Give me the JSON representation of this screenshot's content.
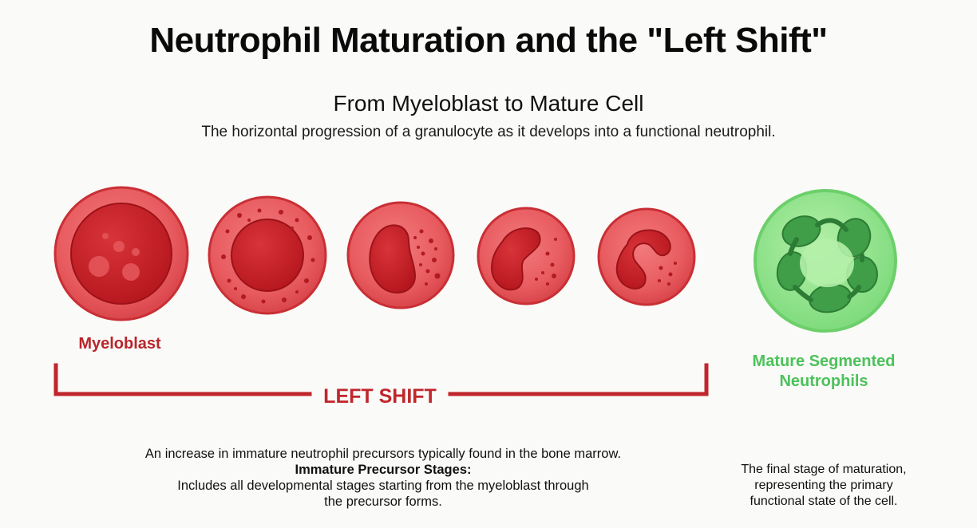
{
  "title": "Neutrophil Maturation and the \"Left Shift\"",
  "subtitle": "From Myeloblast to Mature Cell",
  "description": "The horizontal progression of a granulocyte as it develops into a functional neutrophil.",
  "labels": {
    "myeloblast": "Myeloblast",
    "left_shift": "LEFT SHIFT",
    "mature_line1": "Mature Segmented",
    "mature_line2": "Neutrophils"
  },
  "left_shift_note": {
    "line1": "An increase in immature neutrophil precursors typically found in the bone marrow.",
    "heading": "Immature Precursor Stages:",
    "line2": "Includes all developmental stages starting from the myeloblast through",
    "line3": "the precursor forms."
  },
  "mature_note": {
    "line1": "The final stage of maturation,",
    "line2": "representing the primary",
    "line3": "functional state of the cell."
  },
  "colors": {
    "immature_cell": "#e9575c",
    "immature_nucleus": "#c81d24",
    "mature_cell": "#8fe68c",
    "mature_nucleus": "#3f9e47",
    "left_shift": "#c0262c",
    "mature_label": "#4cc25a"
  }
}
